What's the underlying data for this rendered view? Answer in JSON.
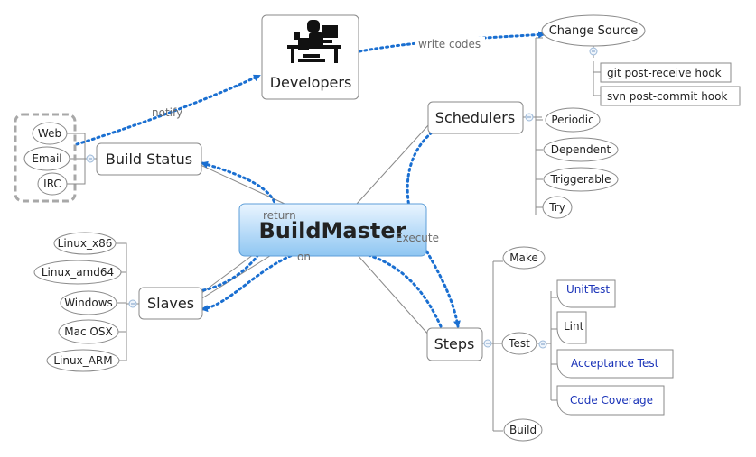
{
  "central": {
    "label": "BuildMaster"
  },
  "developers": {
    "label": "Developers",
    "icon": "developer-at-desk-icon"
  },
  "schedulers": {
    "label": "Schedulers",
    "change_source": {
      "label": "Change Source",
      "children": [
        "git post-receive hook",
        "svn post-commit hook"
      ]
    },
    "others": [
      "Periodic",
      "Dependent",
      "Triggerable",
      "Try"
    ]
  },
  "build_status": {
    "label": "Build Status",
    "children": [
      "Web",
      "Email",
      "IRC"
    ]
  },
  "slaves": {
    "label": "Slaves",
    "children": [
      "Linux_x86",
      "Linux_amd64",
      "Windows",
      "Mac OSX",
      "Linux_ARM"
    ]
  },
  "steps": {
    "label": "Steps",
    "make": "Make",
    "test": {
      "label": "Test",
      "children": [
        "UnitTest",
        "Lint",
        "Acceptance Test",
        "Code Coverage"
      ]
    },
    "build": "Build"
  },
  "relations": {
    "write_codes": "write codes",
    "notify": "notify",
    "execute": "Execute",
    "return": "return",
    "on": "on"
  },
  "colors": {
    "relation": "#1a6fd1",
    "central_fill_top": "#eaf5ff",
    "central_fill_bottom": "#8fc6f2",
    "link_text": "#1a33b8"
  }
}
